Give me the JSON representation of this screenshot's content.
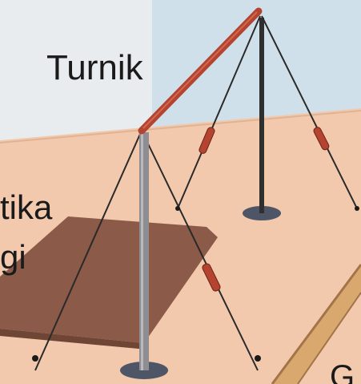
{
  "labels": {
    "turnik": "Turnik",
    "tika_partial": "tika",
    "gi_partial": "gi",
    "g_partial": "G"
  },
  "colors": {
    "wall": "#cfe0ea",
    "floor": "#f2c9ad",
    "floor_shadow": "#e8b99a",
    "mat": "#8c5a48",
    "bar": "#b4432f",
    "pole": "#8e8e92",
    "base": "#4e5566",
    "cable": "#2a2a2a",
    "turnbuckle": "#b4432f",
    "plank": "#d9a86e"
  },
  "icons": {
    "main": "horizontal-bar-apparatus-illustration"
  }
}
